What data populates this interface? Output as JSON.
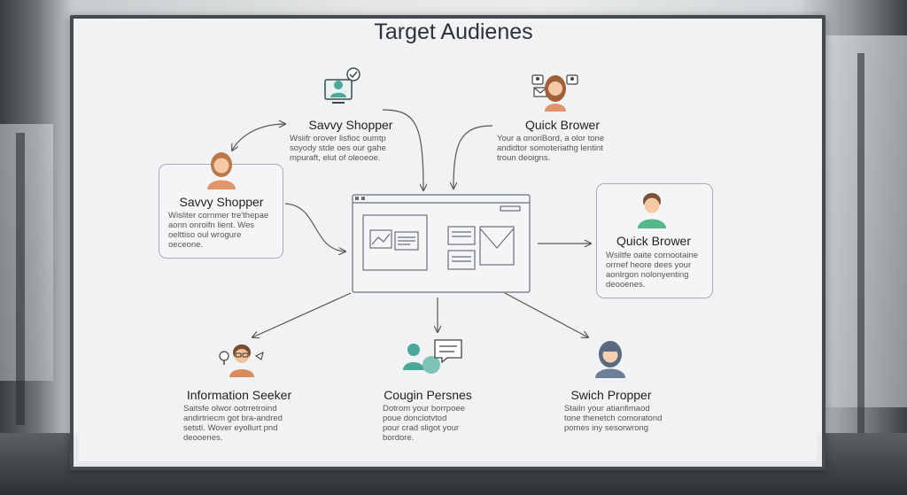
{
  "title": "Target Audienes",
  "nodes": {
    "savvy_top": {
      "title": "Savvy Shopper",
      "desc": "Wsiifr orover lisfioc oumtp\nsoyody stde oes our gahe\nmpuraft, elut of oleoeoe."
    },
    "quick_top": {
      "title": "Quick Brower",
      "desc": "Your a onoriBord, a olor tone\nandidtor somoteriathg lentint\ntroun deoigns."
    },
    "savvy_left": {
      "title": "Savvy Shopper",
      "desc": "Wisliter cornmer tre'thepae\naonn onroifn lient. Wes\noelttiso oul wrogure\noeceone."
    },
    "quick_right": {
      "title": "Quick Brower",
      "desc": "Wsiltfe oaite cornootaine\norrnef heore dees your\naonlrgon nolonyenting\ndeooenes."
    },
    "info_seeker": {
      "title": "Information Seeker",
      "desc": "Saitsfe olwor ootrretroind\nandirtriecm got bra-andred\nsetsti. Wover eyollurt pnd\ndeooenes."
    },
    "cougin": {
      "title": "Cougin Persnes",
      "desc": "Dotrom your borrpoee\npoue donciotvtod\npour crad sligot your\nbordore."
    },
    "swich": {
      "title": "Swich Propper",
      "desc": "Stailn your atianfimaod\ntone thenetch comoratond\npomes iny sesorwrong"
    }
  }
}
